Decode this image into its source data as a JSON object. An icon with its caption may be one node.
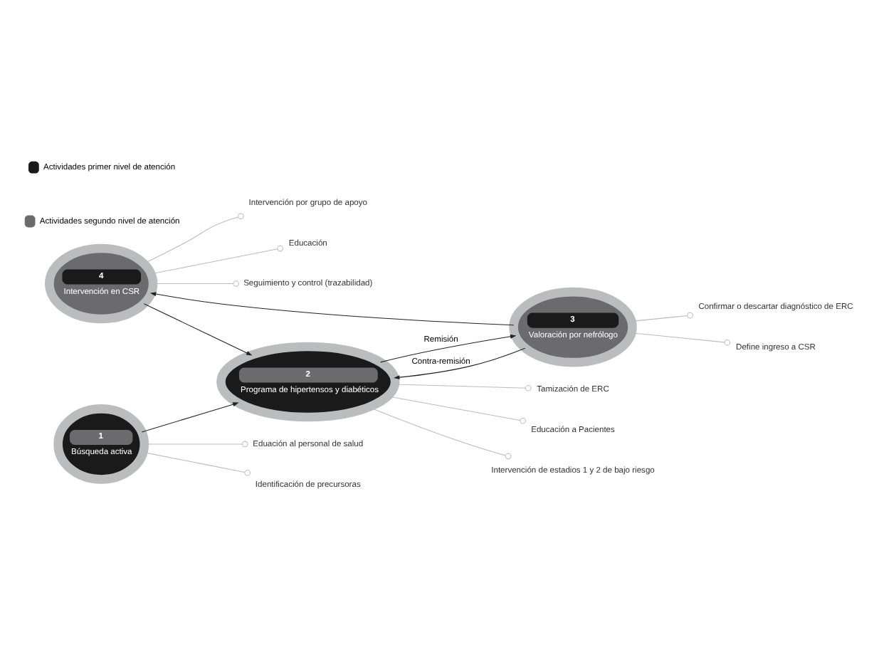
{
  "diagram": {
    "nodes": [
      {
        "text": [
          "Intervención por grupo de apoyo"
        ]
      },
      {
        "text": [
          "4",
          "Intervención en CSR"
        ]
      },
      {
        "text": [
          "Educación"
        ]
      },
      {
        "text": [
          "Confirmar o descartar diagnóstico de ERC"
        ]
      },
      {
        "text": [
          "3",
          "Valoración por nefrólogo"
        ]
      },
      {
        "text": [
          "Seguimiento y control (trazabilidad)"
        ]
      },
      {
        "text": [
          "Define ingreso a CSR"
        ]
      },
      {
        "text": [
          "2",
          "Programa de hipertensos y diabéticos"
        ]
      },
      {
        "text": [
          "Tamización de ERC"
        ]
      },
      {
        "text": [
          "Eduación al personal de salud"
        ]
      },
      {
        "text": [
          "1",
          "Búsqueda activa"
        ]
      },
      {
        "text": [
          "Educación a Pacientes"
        ]
      },
      {
        "text": [
          "Intervención de estadios 1 y 2 de bajo riesgo"
        ]
      },
      {
        "text": [
          "Identificación de precursoras"
        ]
      }
    ],
    "edges": [
      {
        "from": 4,
        "to": 3,
        "arrow": "other"
      },
      {
        "from": 4,
        "to": 6,
        "arrow": "other"
      },
      {
        "from": 4,
        "to": 1,
        "arrow": "to",
        "color": "#222222"
      },
      {
        "from": 1,
        "to": 0,
        "arrow": "other"
      },
      {
        "from": 1,
        "to": 2,
        "arrow": "other"
      },
      {
        "from": 1,
        "to": 5,
        "arrow": "other"
      },
      {
        "from": 1,
        "to": 7,
        "arrow": "to",
        "color": "#222222"
      },
      {
        "from": 7,
        "to": 4,
        "label": "Remisión",
        "arrow": "to",
        "color": "#222222"
      },
      {
        "from": 4,
        "to": 7,
        "label": "Contra-remisión",
        "arrow": "to",
        "color": "#222222"
      },
      {
        "from": 10,
        "to": 7,
        "arrow": "to",
        "color": "#222222"
      },
      {
        "from": 7,
        "to": 8,
        "arrow": "other"
      },
      {
        "from": 7,
        "to": 11,
        "arrow": "other"
      },
      {
        "from": 7,
        "to": 12,
        "arrow": "other"
      },
      {
        "from": 10,
        "to": 9,
        "arrow": "other"
      },
      {
        "from": 10,
        "to": 13,
        "arrow": "other"
      }
    ],
    "legend": [
      {
        "text": "Actividades primer nivel de atención",
        "color": "#1a1a1a"
      },
      {
        "text": "Actividades segundo nivel de atención",
        "color": "#6b6b6e"
      }
    ]
  }
}
